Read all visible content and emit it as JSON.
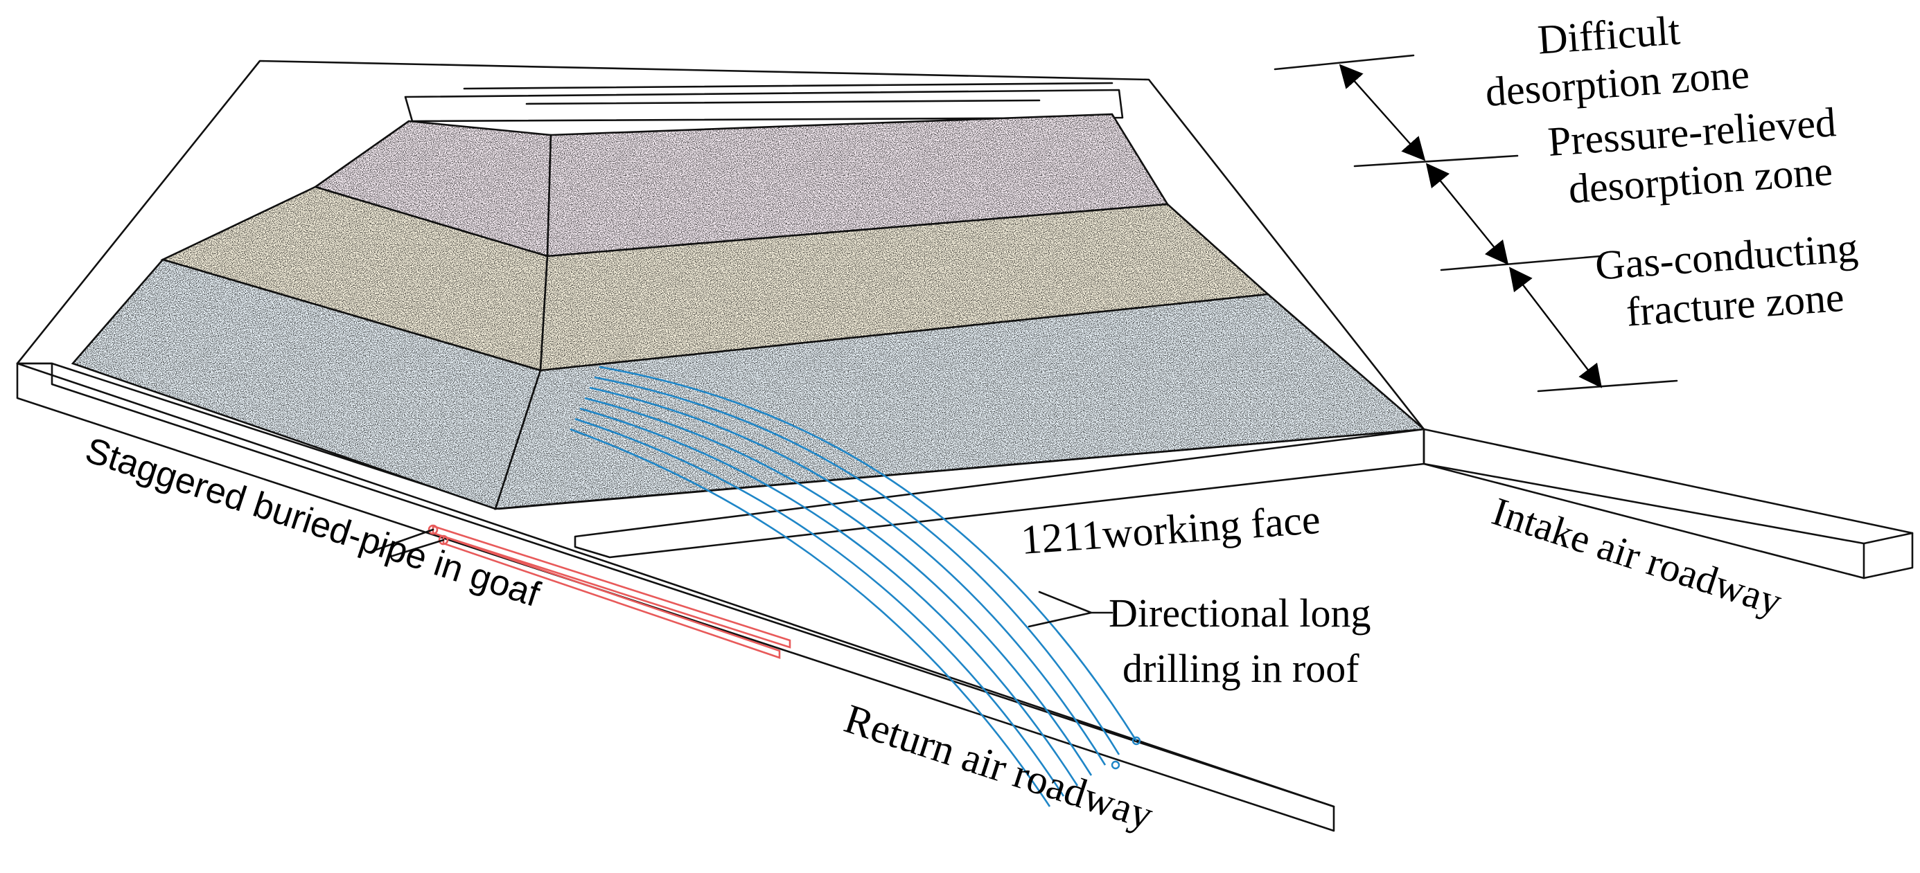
{
  "zones": {
    "difficult": [
      "Difficult",
      "desorption zone"
    ],
    "pressure": [
      "Pressure-relieved",
      "desorption zone"
    ],
    "fracture": [
      "Gas-conducting",
      "fracture zone"
    ]
  },
  "labels": {
    "working_face": "1211working face",
    "intake": "Intake air roadway",
    "return": "Return air roadway",
    "pipe": "Staggered buried-pipe in goaf",
    "drilling": [
      "Directional long",
      "drilling in roof"
    ]
  },
  "colors": {
    "difficult_zone": "#d98ac0",
    "pressure_zone": "#e0c26a",
    "fracture_zone": "#4aa8e0",
    "drilling": "#1f86c7",
    "buried_pipe": "#e85a5a"
  }
}
